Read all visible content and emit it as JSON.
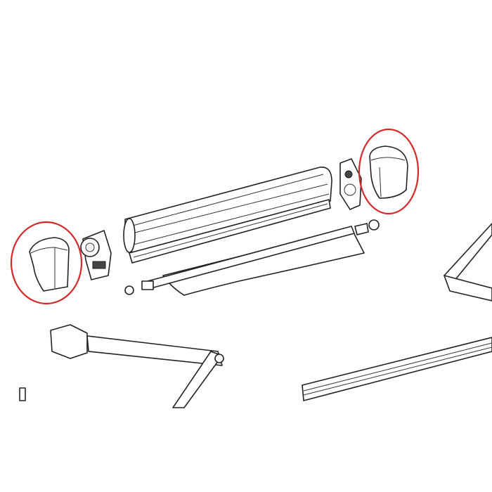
{
  "diagram": {
    "type": "exploded-parts-view",
    "highlight_color": "#d42a2a",
    "line_color": "#222222",
    "background": "#ffffff",
    "highlighted_parts": [
      "left-end-cap",
      "right-end-cap"
    ]
  }
}
